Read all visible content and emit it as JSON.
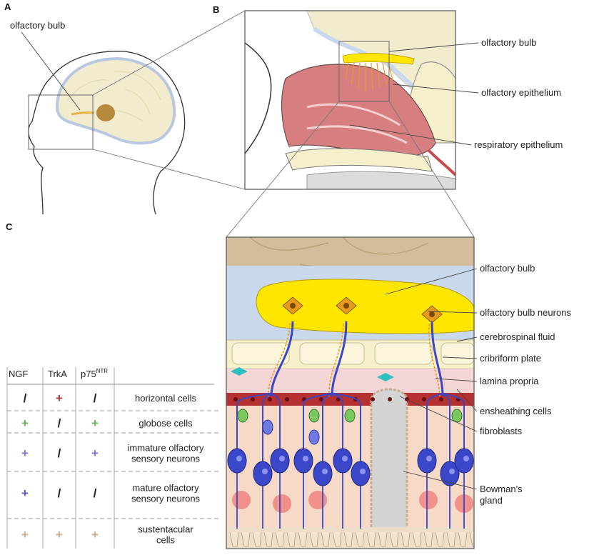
{
  "panels": {
    "a": "A",
    "b": "B",
    "c": "C"
  },
  "panel_a": {
    "label": "olfactory bulb"
  },
  "panel_b": {
    "labels": [
      "olfactory bulb",
      "olfactory epithelium",
      "respiratory epithelium"
    ]
  },
  "panel_c": {
    "labels": [
      "olfactory bulb",
      "olfactory bulb neurons",
      "cerebrospinal fluid",
      "cribriform plate",
      "lamina propria",
      "ensheathing cells",
      "fibroblasts",
      "Bowman's",
      "gland"
    ]
  },
  "table": {
    "headers": {
      "ngf": "NGF",
      "trka": "TrkA",
      "p75_base": "p75",
      "p75_sup": "NTR"
    },
    "rows": [
      {
        "cells": [
          "/",
          "+",
          "/"
        ],
        "colors": [
          "#222222",
          "#a83a3a",
          "#222222"
        ],
        "label_lines": [
          "horizontal cells"
        ]
      },
      {
        "cells": [
          "+",
          "/",
          "+"
        ],
        "colors": [
          "#6fb85a",
          "#222222",
          "#6fb85a"
        ],
        "label_lines": [
          "globose cells"
        ]
      },
      {
        "cells": [
          "+",
          "/",
          "+"
        ],
        "colors": [
          "#7a7ad6",
          "#222222",
          "#7a7ad6"
        ],
        "label_lines": [
          "immature olfactory",
          "sensory neurons"
        ]
      },
      {
        "cells": [
          "+",
          "/",
          "/"
        ],
        "colors": [
          "#5858c8",
          "#222222",
          "#222222"
        ],
        "label_lines": [
          "mature olfactory",
          "sensory neurons"
        ]
      },
      {
        "cells": [
          "+",
          "+",
          "+"
        ],
        "colors": [
          "#c9ad93",
          "#c9ad93",
          "#c9ad93"
        ],
        "label_lines": [
          "sustentacular",
          "cells"
        ]
      }
    ]
  },
  "colors": {
    "brain": "#f1ecce",
    "bulb_yellow": "#ffe600",
    "axon_orange": "#e89a1c",
    "mucosa_pink": "#d77f80",
    "bone_cream": "#f6efcc",
    "csf_blue": "#c9d8ec",
    "neuron_blue": "#3a47c8",
    "horizontal_red": "#b53030",
    "globose_green": "#7cc85e",
    "tan": "#d4bd9c",
    "fibroblast_teal": "#2fbfbf"
  }
}
